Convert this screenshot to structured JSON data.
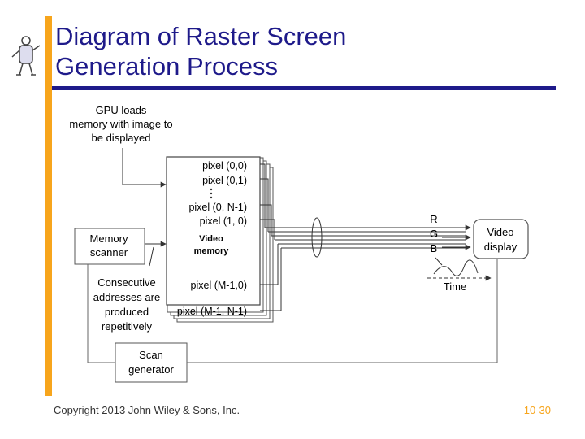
{
  "slide": {
    "title_line1": "Diagram of Raster Screen",
    "title_line2": "Generation Process",
    "copyright": "Copyright 2013 John Wiley & Sons, Inc.",
    "page_number": "10-30",
    "accent_color": "#F7A51C",
    "title_color": "#1E1A8A"
  },
  "diagram": {
    "gpu_label": [
      "GPU loads",
      "memory with image to",
      "be displayed"
    ],
    "pixels_top": [
      "pixel (0,0)",
      "pixel (0,1)"
    ],
    "pixel_n1": "pixel (0, N-1)",
    "pixel_10": "pixel (1, 0)",
    "video_memory": [
      "Video",
      "memory"
    ],
    "pixel_m10": "pixel (M-1,0)",
    "pixel_m1n1": "pixel (M-1, N-1)",
    "memory_scanner": [
      "Memory",
      "scanner"
    ],
    "consecutive": [
      "Consecutive",
      "addresses are",
      "produced",
      "repetitively"
    ],
    "scan_generator": [
      "Scan",
      "generator"
    ],
    "rgb": [
      "R",
      "G",
      "B"
    ],
    "video_display": [
      "Video",
      "display"
    ],
    "time": "Time"
  }
}
